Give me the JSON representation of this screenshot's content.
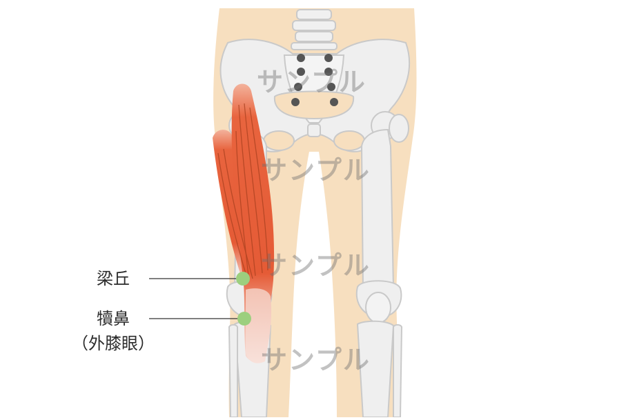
{
  "labels": {
    "liangqiu": "梁丘",
    "dubi": "犢鼻",
    "dubi_alt": "（外膝眼）"
  },
  "watermark": {
    "text": "サンプル"
  },
  "colors": {
    "skin": "#f7dfbf",
    "bone": "#efefef",
    "bone_outline": "#c9c9c9",
    "muscle": "#e8643e",
    "acupoint": "#9ccf7e",
    "leader_line": "#333333"
  }
}
